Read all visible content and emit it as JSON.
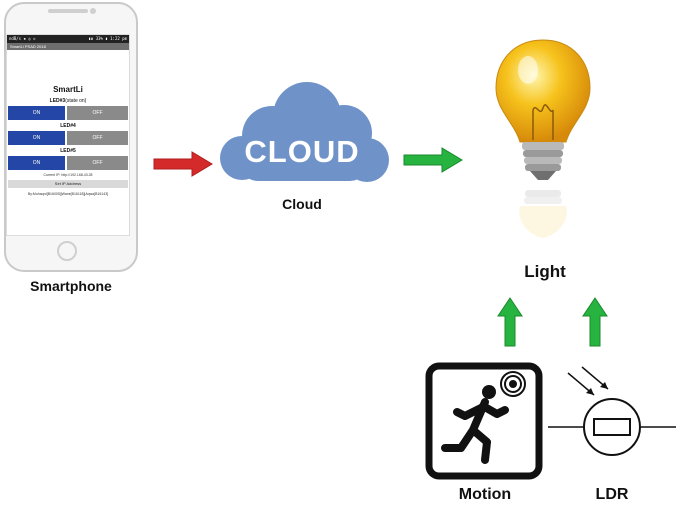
{
  "labels": {
    "smartphone": "Smartphone",
    "cloud_caption": "Cloud",
    "cloud_text": "CLOUD",
    "light": "Light",
    "motion": "Motion",
    "ldr": "LDR"
  },
  "phone_screen": {
    "status_left": "ndB/s ▪ ◎ ◇",
    "status_right": "▮▮ 33% ▮ 1:22 pm",
    "app_bar": "SmartLi PSAD 2018",
    "title": "SmartLi",
    "leds": [
      {
        "name": "LED#3",
        "state": "(state on)",
        "on": "ON",
        "off": "OFF"
      },
      {
        "name": "LED#4",
        "state": "",
        "on": "ON",
        "off": "OFF"
      },
      {
        "name": "LED#5",
        "state": "",
        "on": "ON",
        "off": "OFF"
      }
    ],
    "current_ip": "Current IP: http://192.168.43.28",
    "set_ip": "Set IP Address",
    "credits": "By:Muhaqrd[B16005]|Wane[B16118]|Aqwa[B16143]"
  },
  "colors": {
    "red_arrow": "#d42a2a",
    "green_arrow": "#27b33f",
    "cloud": "#6f92c8",
    "bulb": "#f6c21b",
    "on_button": "#2446a6",
    "off_button": "#8a8a8a"
  }
}
